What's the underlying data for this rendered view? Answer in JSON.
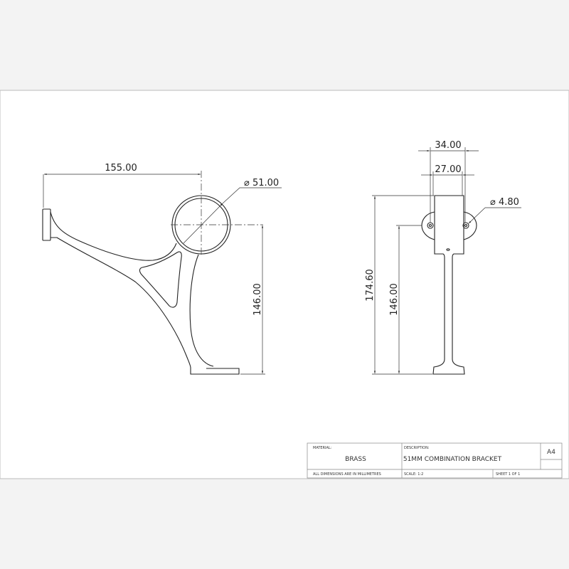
{
  "side_view": {
    "width_dim": "155.00",
    "diameter_dim": "⌀ 51.00",
    "height_dim": "146.00"
  },
  "front_view": {
    "outer_width_dim": "34.00",
    "inner_width_dim": "27.00",
    "hole_dim": "⌀ 4.80",
    "total_height_dim": "174.60",
    "center_height_dim": "146.00"
  },
  "title_block": {
    "material_label": "MATERIAL:",
    "material": "BRASS",
    "description_label": "DESCRIPTION:",
    "description": "51MM COMBINATION BRACKET",
    "paper_size": "A4",
    "units_note": "ALL DIMENSIONS ARE IN MILLIMETRES",
    "scale": "SCALE: 1:2",
    "sheet": "SHEET 1 OF 1"
  }
}
